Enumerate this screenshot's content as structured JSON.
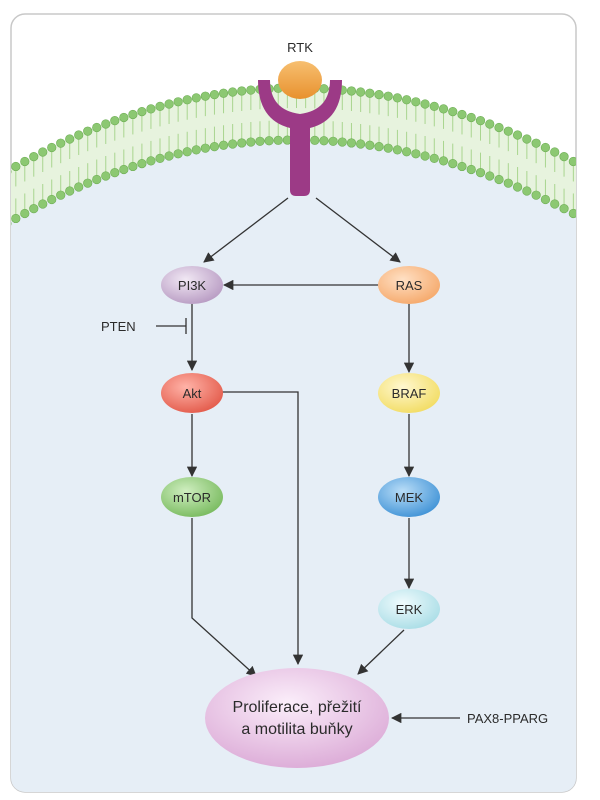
{
  "receptor": {
    "label": "RTK"
  },
  "nodes": {
    "pi3k": {
      "label": "PI3K",
      "color": "#b79ac2"
    },
    "ras": {
      "label": "RAS",
      "color": "#f5a86a"
    },
    "pten": {
      "label": "PTEN"
    },
    "akt": {
      "label": "Akt",
      "color": "#e35a4a"
    },
    "braf": {
      "label": "BRAF",
      "color": "#f2dc62"
    },
    "mtor": {
      "label": "mTOR",
      "color": "#78ba5e"
    },
    "mek": {
      "label": "MEK",
      "color": "#3f92d6"
    },
    "erk": {
      "label": "ERK",
      "color": "#a9dde6"
    }
  },
  "outcome": {
    "line1": "Proliferace, přežití",
    "line2": "a motilita buňky",
    "color": "#e6bde3"
  },
  "fusion": {
    "label": "PAX8-PPARG"
  },
  "colors": {
    "membrane": "#8cc872",
    "receptor": "#9c3a86",
    "ligand": "#f2a24a",
    "cytoplasm": "#e6eef6"
  }
}
